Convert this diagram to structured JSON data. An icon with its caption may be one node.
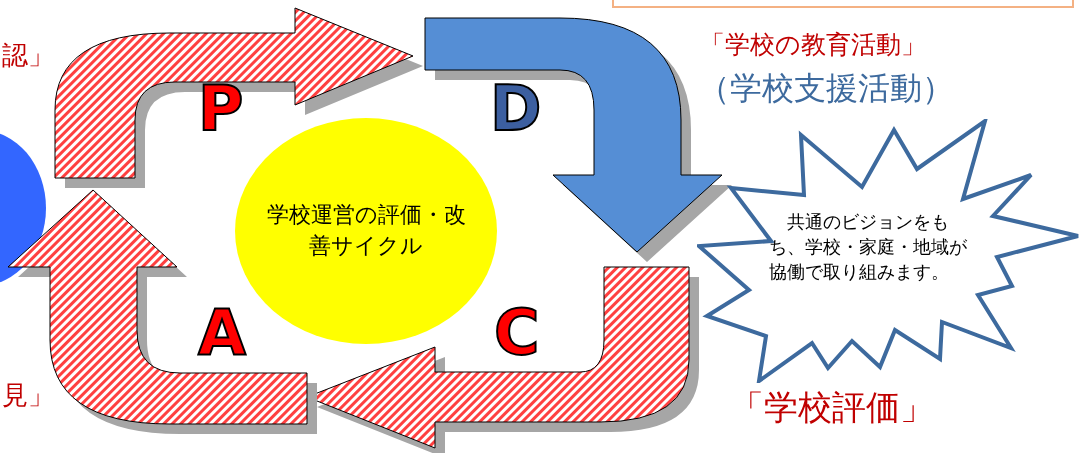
{
  "diagram": {
    "nodes": [
      {
        "text": [
          "学校運営の評価・改善サイクル"
        ]
      },
      {
        "text": [
          "共通のビジョンをもち、学校・家庭・地域が協働で取り組みます。"
        ]
      },
      {
        "text": [],
        "shape": "circle"
      }
    ],
    "labels": [
      "認」",
      "P",
      "D",
      "「学校の教育活動」",
      "（学校支援活動）",
      "A",
      "C",
      "見」",
      "「学校評価」"
    ]
  }
}
